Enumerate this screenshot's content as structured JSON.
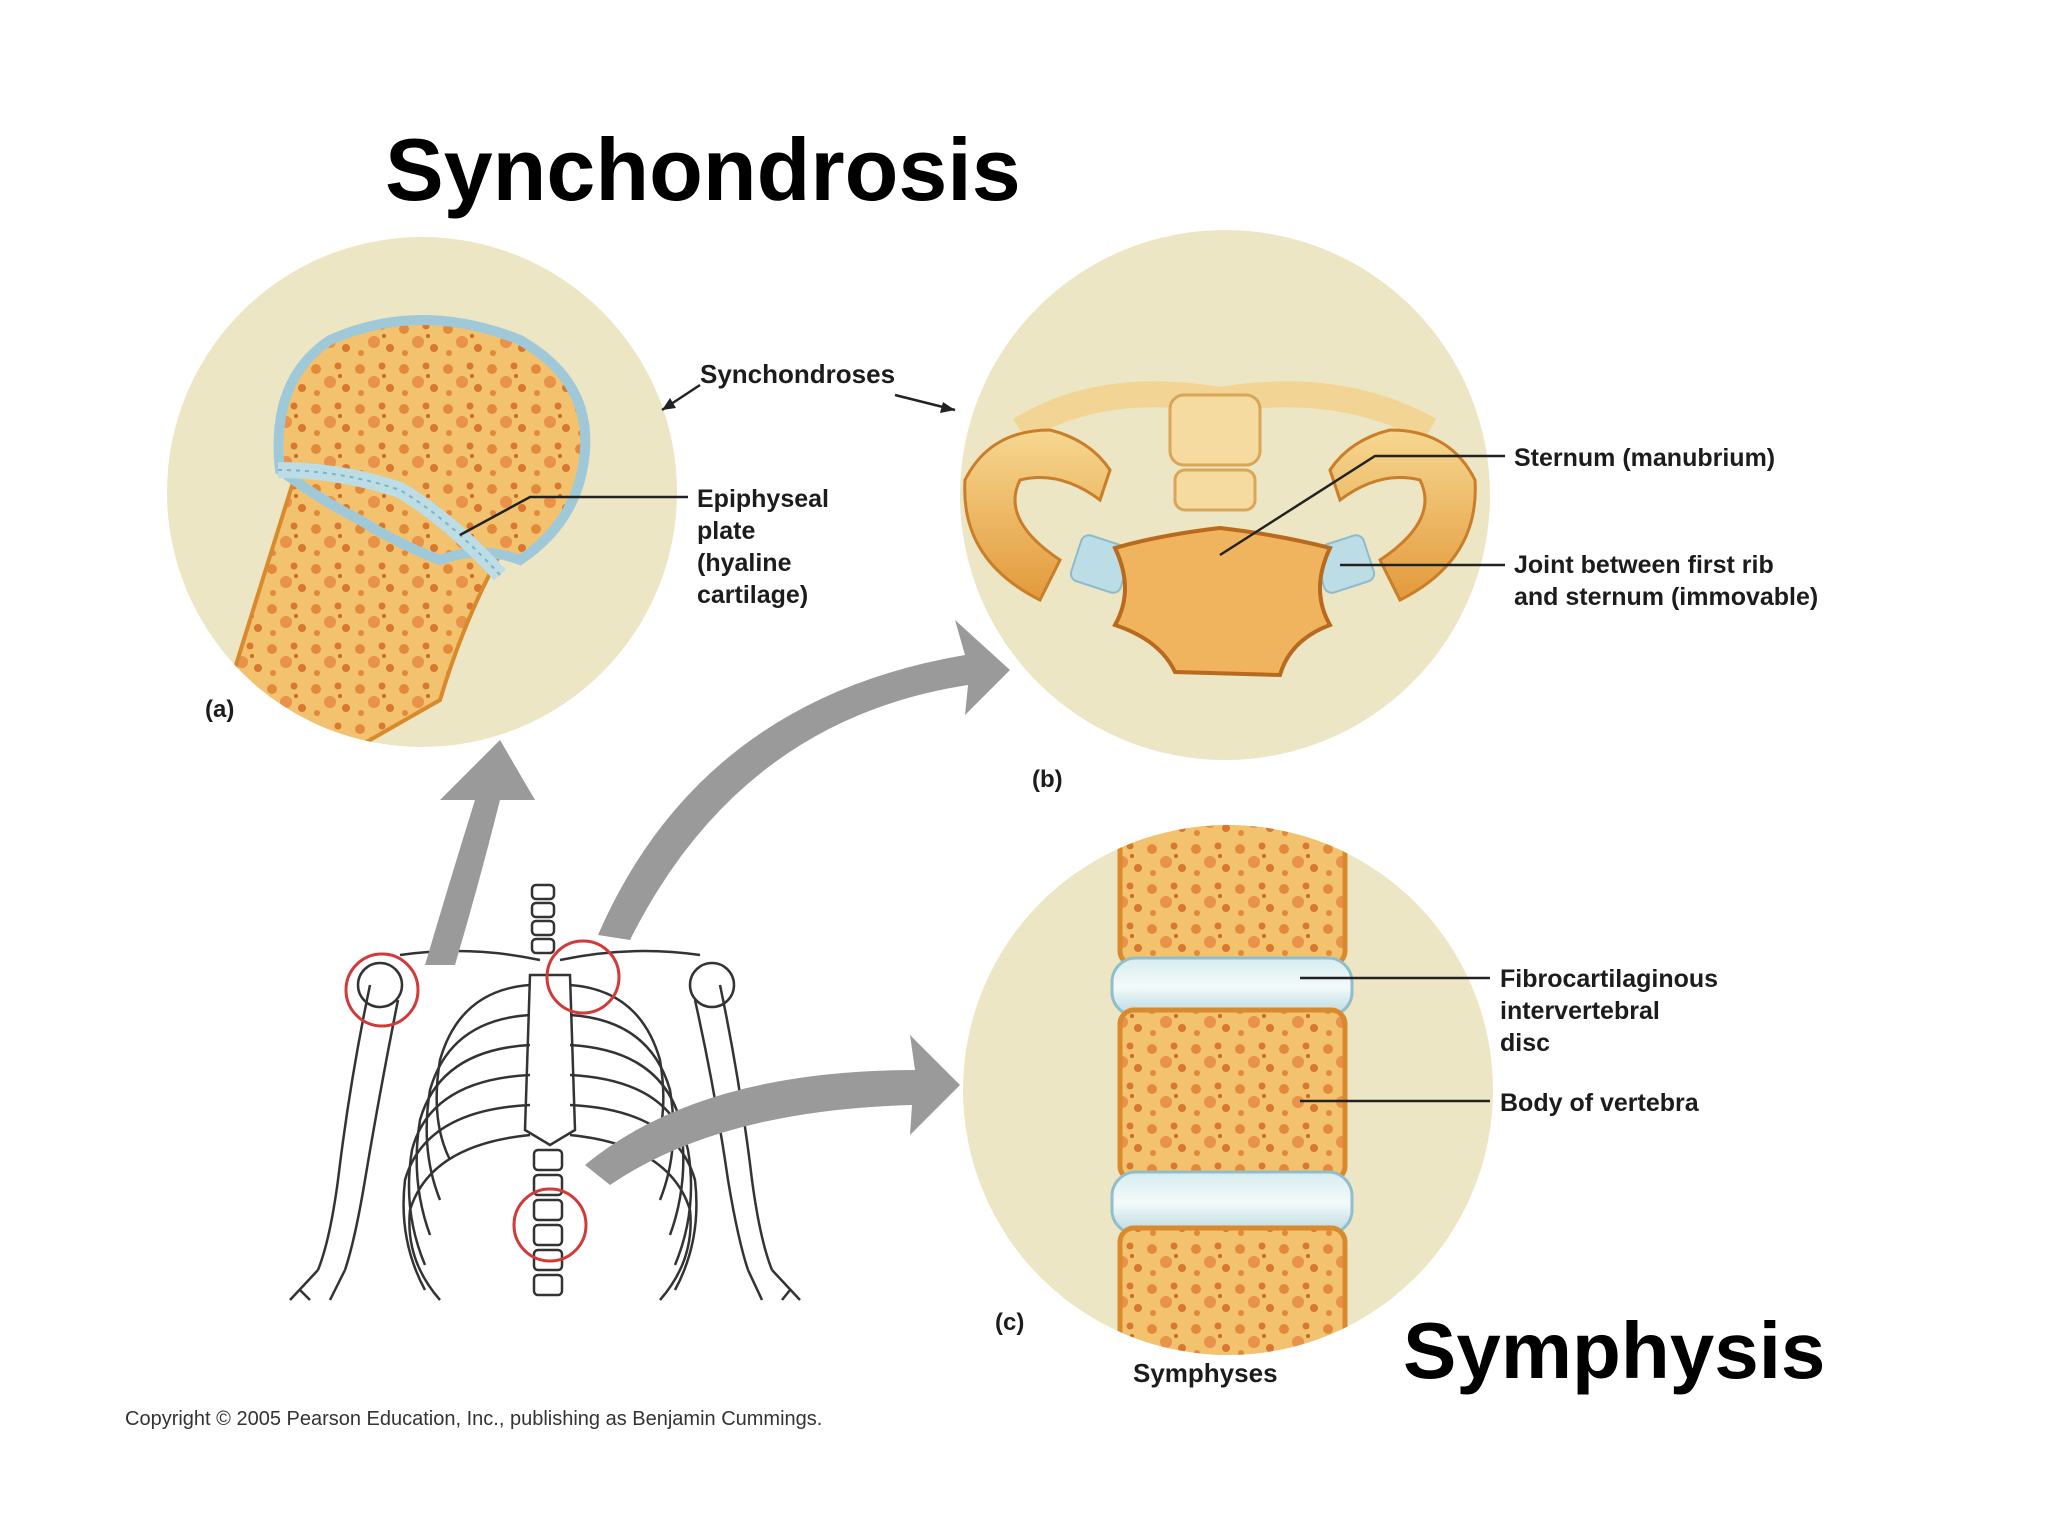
{
  "slide": {
    "title_top": "Synchondrosis",
    "title_bottom": "Symphysis"
  },
  "labels": {
    "synchondroses": "Synchondroses",
    "epiphyseal": [
      "Epiphyseal",
      "plate",
      "(hyaline",
      "cartilage)"
    ],
    "sternum": "Sternum (manubrium)",
    "joint_rib": [
      "Joint between first rib",
      "and sternum (immovable)"
    ],
    "fibro": [
      "Fibrocartilaginous",
      "intervertebral",
      "disc"
    ],
    "vertebra_body": "Body of vertebra",
    "symphyses": "Symphyses",
    "panel_a": "(a)",
    "panel_b": "(b)",
    "panel_c": "(c)"
  },
  "copyright": "Copyright © 2005 Pearson Education, Inc., publishing as Benjamin Cummings.",
  "colors": {
    "circle_bg": "#ede6c4",
    "bone": "#f2c26e",
    "bone_edge": "#d98a2c",
    "pore": "#e38a3a",
    "cartilage": "#bcdde6",
    "arrow": "#9a9a9a",
    "highlight_ring": "#d23a3a"
  }
}
